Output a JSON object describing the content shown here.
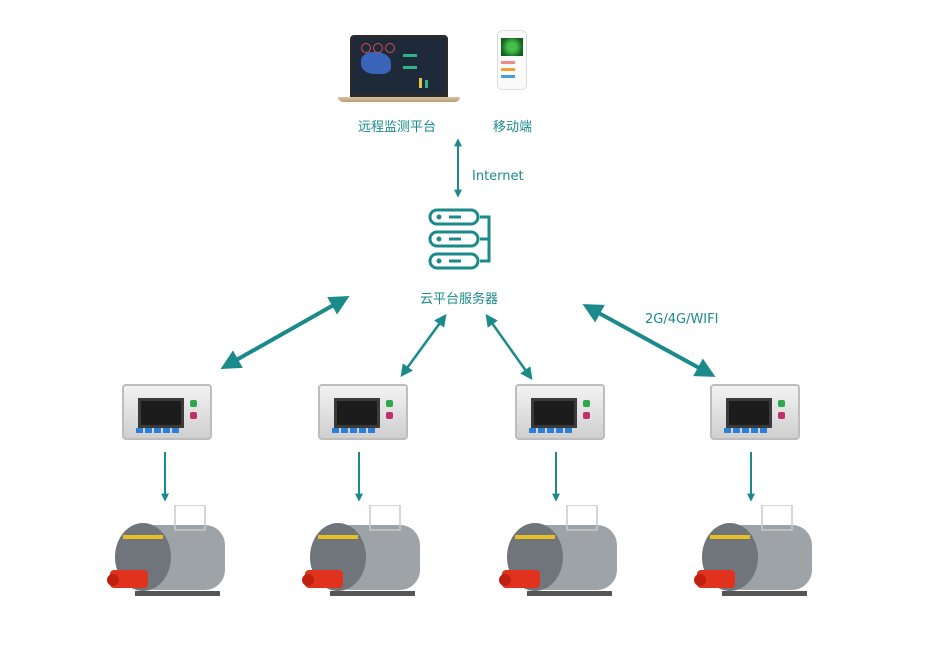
{
  "diagram": {
    "title": "Boiler remote monitoring network topology",
    "accent_color": "#1a8a8a",
    "nodes": {
      "remote_platform": {
        "label": "远程监测平台",
        "icon": "laptop-icon"
      },
      "mobile": {
        "label": "移动端",
        "icon": "smartphone-icon"
      },
      "cloud_server": {
        "label": "云平台服务器",
        "icon": "server-stack-icon"
      },
      "controllers": [
        {
          "id": "controller-1",
          "icon": "controller-panel-icon"
        },
        {
          "id": "controller-2",
          "icon": "controller-panel-icon"
        },
        {
          "id": "controller-3",
          "icon": "controller-panel-icon"
        },
        {
          "id": "controller-4",
          "icon": "controller-panel-icon"
        }
      ],
      "boilers": [
        {
          "id": "boiler-1",
          "icon": "boiler-icon"
        },
        {
          "id": "boiler-2",
          "icon": "boiler-icon"
        },
        {
          "id": "boiler-3",
          "icon": "boiler-icon"
        },
        {
          "id": "boiler-4",
          "icon": "boiler-icon"
        }
      ]
    },
    "links": {
      "internet_label": "Internet",
      "wireless_label": "2G/4G/WIFI"
    }
  }
}
